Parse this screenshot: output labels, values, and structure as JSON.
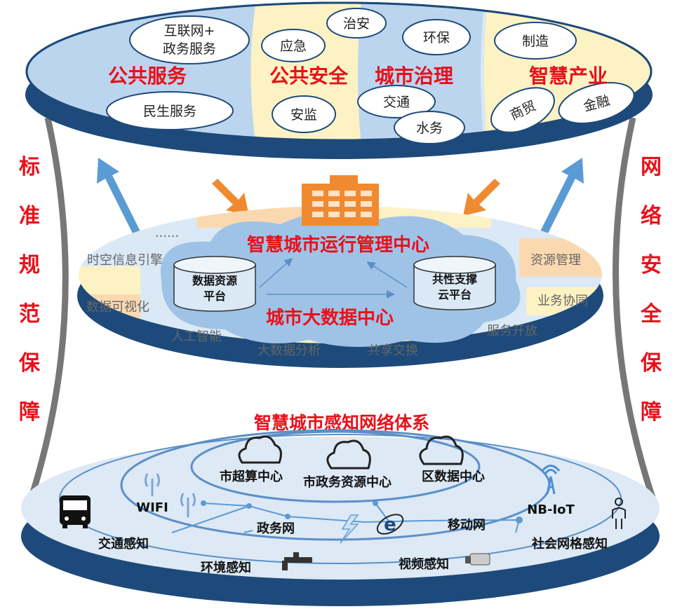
{
  "colors": {
    "accent_red": "#e8101a",
    "navy": "#1d4a7a",
    "light_blue": "#cfe2f3",
    "yellow": "#fdf2c4",
    "orange": "#f5a35a",
    "arrow_blue": "#5b9bd5"
  },
  "top_layer": {
    "categories": [
      {
        "title": "公共服务",
        "items": [
          "互联网+",
          "政务服务",
          "民生服务"
        ]
      },
      {
        "title": "公共安全",
        "items": [
          "治安",
          "应急",
          "安监"
        ]
      },
      {
        "title": "城市治理",
        "items": [
          "环保",
          "交通",
          "水务"
        ]
      },
      {
        "title": "智慧产业",
        "items": [
          "制造",
          "商贸",
          "金融"
        ]
      }
    ]
  },
  "side_labels": {
    "left": [
      "标",
      "准",
      "规",
      "范",
      "保",
      "障"
    ],
    "right": [
      "网",
      "络",
      "安",
      "全",
      "保",
      "障"
    ]
  },
  "middle_layer": {
    "ops_center": "智慧城市运行管理中心",
    "data_center": "城市大数据中心",
    "data_platform": [
      "数据资源",
      "平台"
    ],
    "cloud_platform": [
      "共性支撑",
      "云平台"
    ],
    "building_icon": "office-building-icon",
    "capabilities": [
      "......",
      "时空信息引擎",
      "数据可视化",
      "人工智能",
      "大数据分析",
      "共享交换",
      "服务开放",
      "业务协同",
      "资源管理"
    ]
  },
  "bottom_layer": {
    "title": "智慧城市感知网络体系",
    "centers": [
      "市超算中心",
      "市政务资源中心",
      "区数据中心"
    ],
    "networks": [
      "WIFI",
      "政务网",
      "移动网",
      "NB-IoT"
    ],
    "sensing": [
      "交通感知",
      "环境感知",
      "视频感知",
      "社会网格感知"
    ],
    "icons": [
      "bus-icon",
      "wifi-antenna-icon",
      "cloud-icon",
      "lightning-icon",
      "internet-explorer-icon",
      "signal-tower-icon",
      "person-icon",
      "faucet-icon",
      "camera-icon"
    ]
  }
}
